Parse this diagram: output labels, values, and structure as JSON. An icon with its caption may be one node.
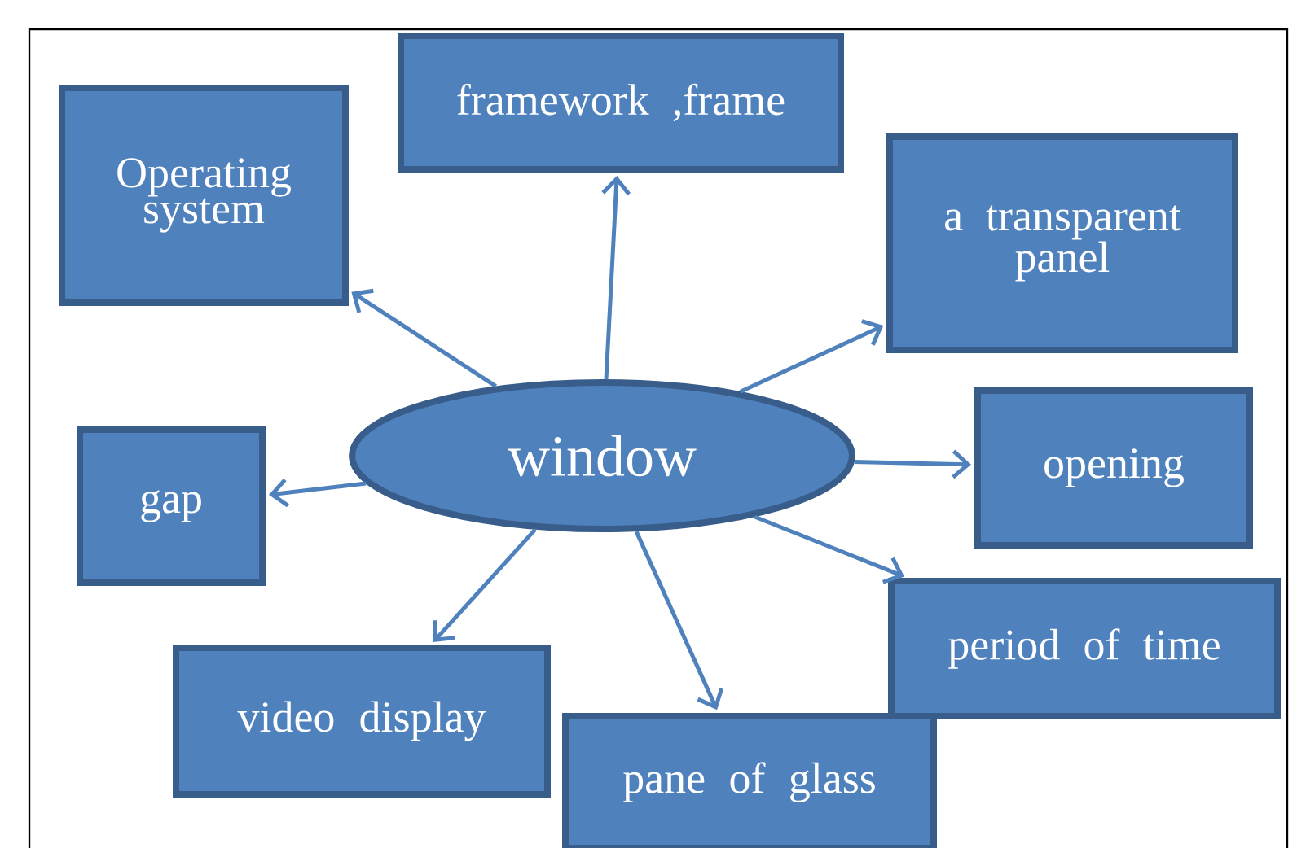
{
  "diagram": {
    "nodes": [
      {
        "text": [
          "window"
        ]
      },
      {
        "text": [
          "framework ,frame"
        ]
      },
      {
        "text": [
          "Operating system"
        ]
      },
      {
        "text": [
          "a transparent panel"
        ]
      },
      {
        "text": [
          "gap"
        ]
      },
      {
        "text": [
          "opening"
        ]
      },
      {
        "text": [
          "period of time"
        ]
      },
      {
        "text": [
          "video display"
        ]
      },
      {
        "text": [
          "pane of glass"
        ]
      }
    ],
    "edges": [
      {
        "from": 0,
        "to": 1,
        "arrow": "to"
      },
      {
        "from": 0,
        "to": 2,
        "arrow": "to"
      },
      {
        "from": 0,
        "to": 3,
        "arrow": "to"
      },
      {
        "from": 0,
        "to": 4,
        "arrow": "to"
      },
      {
        "from": 0,
        "to": 5,
        "arrow": "to"
      },
      {
        "from": 0,
        "to": 6,
        "arrow": "to"
      },
      {
        "from": 0,
        "to": 7,
        "arrow": "to"
      },
      {
        "from": 0,
        "to": 8,
        "arrow": "to"
      }
    ]
  }
}
